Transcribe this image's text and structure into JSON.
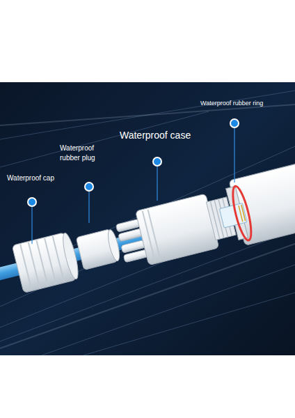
{
  "diagram": {
    "labels": [
      "Waterproof rubber ring",
      "Waterproof case",
      "Waterproof rubber plug",
      "Waterproof cap"
    ]
  }
}
